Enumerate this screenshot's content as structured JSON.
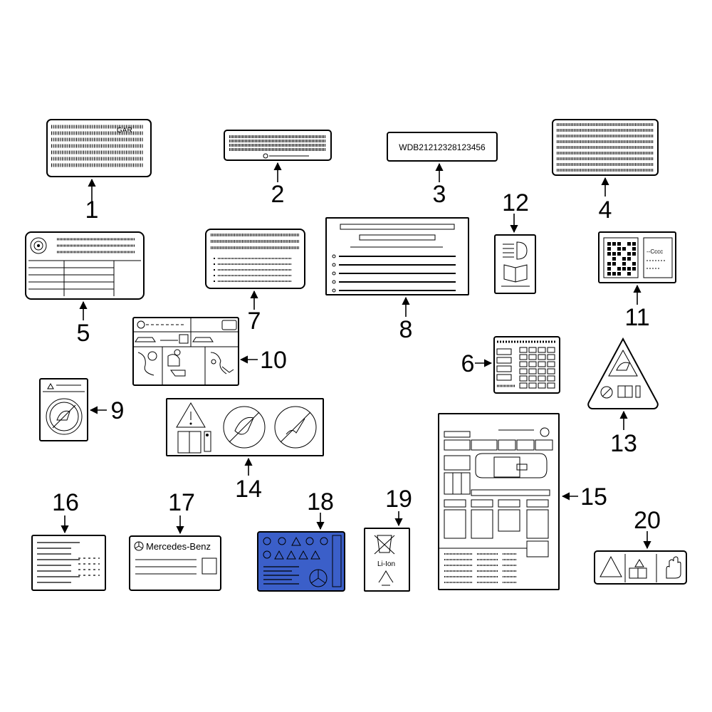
{
  "parts": [
    {
      "number": "1"
    },
    {
      "number": "2"
    },
    {
      "number": "3"
    },
    {
      "number": "4"
    },
    {
      "number": "5"
    },
    {
      "number": "6"
    },
    {
      "number": "7"
    },
    {
      "number": "8"
    },
    {
      "number": "9"
    },
    {
      "number": "10"
    },
    {
      "number": "11"
    },
    {
      "number": "12"
    },
    {
      "number": "13"
    },
    {
      "number": "14"
    },
    {
      "number": "15"
    },
    {
      "number": "16"
    },
    {
      "number": "17"
    },
    {
      "number": "18"
    },
    {
      "number": "19"
    },
    {
      "number": "20"
    }
  ],
  "label_texts": {
    "vin": "WDB21212328123456",
    "brand": "Mercedes-Benz",
    "label1_code": "GAR",
    "label19_text": "Li-Ion",
    "label11_code": "--Cccc"
  },
  "colors": {
    "label18_fill": "#3b5fc9"
  }
}
